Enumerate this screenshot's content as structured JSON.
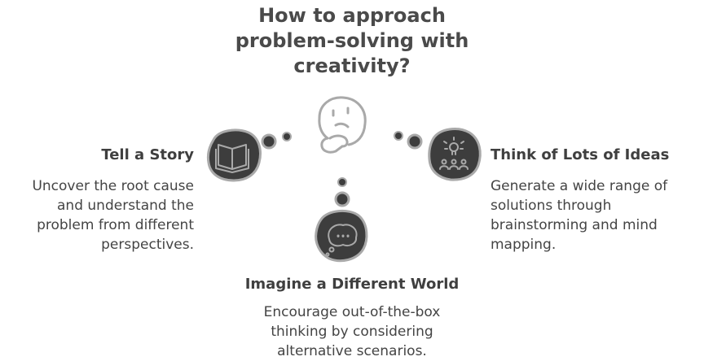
{
  "title": {
    "lines": [
      "How to approach",
      "problem-solving with",
      "creativity?"
    ]
  },
  "branches": {
    "left": {
      "heading": "Tell a Story",
      "lines": [
        "Uncover the root cause",
        "and understand the",
        "problem from different",
        "perspectives."
      ],
      "icon": "book-icon"
    },
    "right": {
      "heading": "Think of Lots of Ideas",
      "lines": [
        "Generate a wide range of",
        "solutions through",
        "brainstorming and mind",
        "mapping."
      ],
      "icon": "lightbulb-people-icon"
    },
    "bottom": {
      "heading": "Imagine a Different World",
      "lines": [
        "Encourage out-of-the-box",
        "thinking by considering",
        "alternative scenarios."
      ],
      "icon": "thought-bubble-icon"
    }
  },
  "center_icon": "thinking-face-icon",
  "colors": {
    "blob": "#3d3d3d",
    "stroke": "#a9a9a9",
    "text": "#444444"
  }
}
